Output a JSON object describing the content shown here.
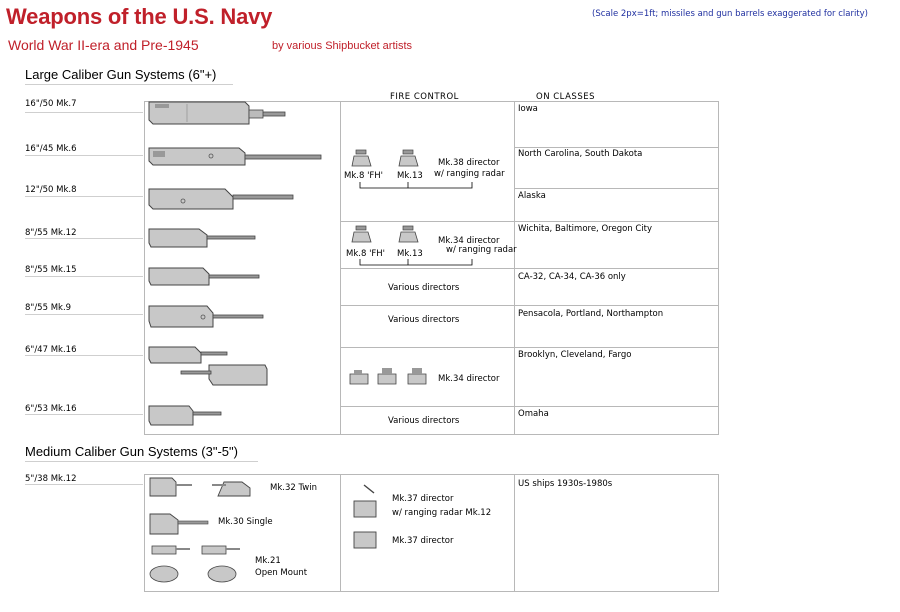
{
  "header": {
    "title": "Weapons of the U.S. Navy",
    "subtitle": "World War II-era and Pre-1945",
    "byline": "by various Shipbucket artists",
    "scale_note": "(Scale 2px=1ft; missiles and gun barrels exaggerated for clarity)"
  },
  "large": {
    "section_title": "Large Caliber Gun Systems (6\"+)",
    "col_fire_control": "FIRE CONTROL",
    "col_classes": "ON CLASSES",
    "rows": [
      {
        "gun": "16\"/50 Mk.7",
        "classes": "Iowa"
      },
      {
        "gun": "16\"/45 Mk.6",
        "classes": "North Carolina, South Dakota"
      },
      {
        "gun": "12\"/50 Mk.8",
        "classes": "Alaska"
      },
      {
        "gun": "8\"/55 Mk.12",
        "classes": "Wichita, Baltimore, Oregon City"
      },
      {
        "gun": "8\"/55 Mk.15",
        "classes": "CA-32, CA-34, CA-36 only"
      },
      {
        "gun": "8\"/55 Mk.9",
        "classes": "Pensacola, Portland, Northampton"
      },
      {
        "gun": "6\"/47 Mk.16",
        "classes": "Brooklyn, Cleveland, Fargo"
      },
      {
        "gun": "6\"/53 Mk.16",
        "classes": "Omaha"
      }
    ],
    "fc": {
      "mk8_fh_1": "Mk.8 'FH'",
      "mk13_1": "Mk.13",
      "mk38_line1": "Mk.38 director",
      "mk38_line2": "w/ ranging radar",
      "mk8_fh_2": "Mk.8 'FH'",
      "mk13_2": "Mk.13",
      "mk34_line1": "Mk.34 director",
      "mk34_line2": "w/ ranging radar",
      "various_1": "Various directors",
      "various_2": "Various directors",
      "mk34_plain": "Mk.34 director",
      "various_3": "Various directors"
    }
  },
  "medium": {
    "section_title": "Medium Caliber Gun Systems (3\"-5\")",
    "row": {
      "gun": "5\"/38 Mk.12",
      "classes": "US ships 1930s-1980s"
    },
    "mounts": {
      "mk32": "Mk.32 Twin",
      "mk30": "Mk.30 Single",
      "mk21_line1": "Mk.21",
      "mk21_line2": "Open Mount"
    },
    "fc": {
      "mk37_radar_line1": "Mk.37 director",
      "mk37_radar_line2": "w/ ranging radar Mk.12",
      "mk37": "Mk.37 director"
    }
  },
  "colors": {
    "title_red": "#c0202a",
    "scale_blue": "#2030a0",
    "gun_fill": "#c8c8c8",
    "gun_dark": "#555555"
  }
}
